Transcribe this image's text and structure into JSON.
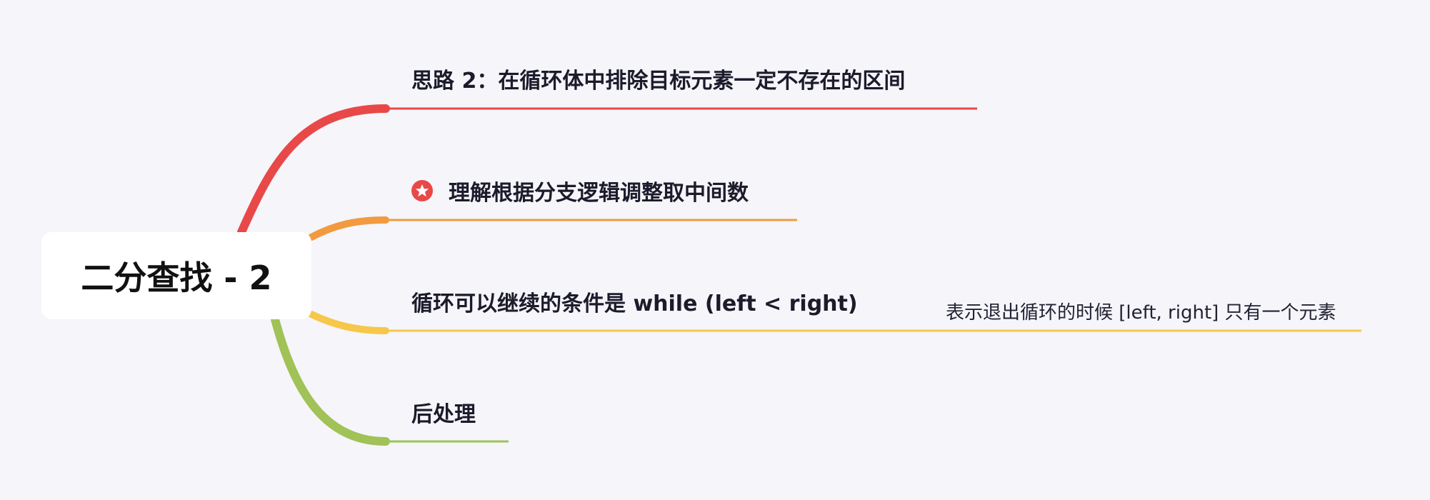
{
  "root": {
    "title": "二分查找 - 2"
  },
  "branches": [
    {
      "label": "思路 2：在循环体中排除目标元素一定不存在的区间",
      "color": "#e94848"
    },
    {
      "label": "理解根据分支逻辑调整取中间数",
      "color": "#f29a3f",
      "icon": "star-badge-icon"
    },
    {
      "label": "循环可以继续的条件是 while (left < right)",
      "color": "#f7c74a",
      "note": "表示退出循环的时候 [left, right] 只有一个元素"
    },
    {
      "label": "后处理",
      "color": "#a0c256"
    }
  ]
}
